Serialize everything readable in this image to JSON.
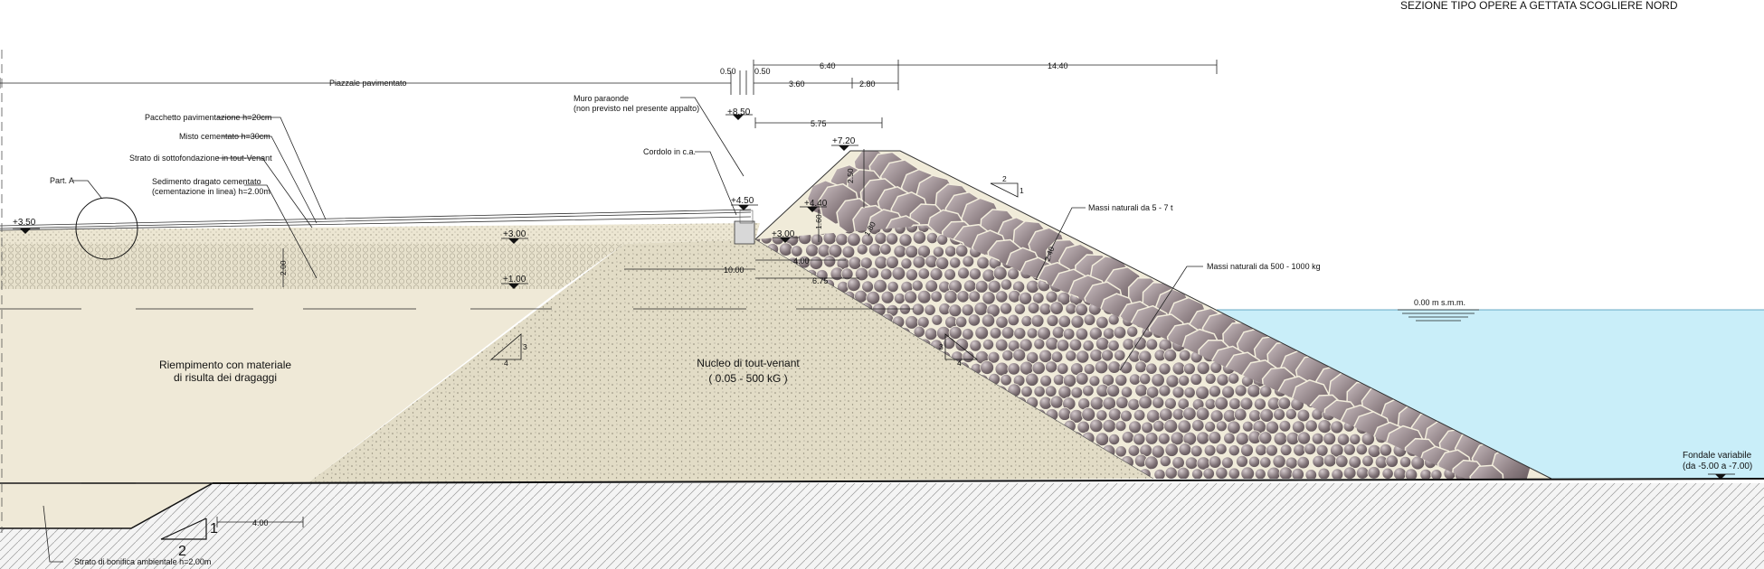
{
  "title": "SEZIONE TIPO OPERE A GETTATA SCOGLIERE NORD",
  "labels": {
    "piazzale": "Piazzale pavimentato",
    "muro_1": "Muro paraonde",
    "muro_2": "(non previsto nel presente appalto)",
    "cordolo": "Cordolo in c.a.",
    "pacchetto": "Pacchetto pavimentazione h=20cm",
    "misto": "Misto cementato h=30cm",
    "strato_sotto": "Strato di sottofondazione in tout-Venant",
    "sedimento_1": "Sedimento dragato cementato",
    "sedimento_2": "(cementazione in linea) h=2.00m",
    "part_a": "Part. A",
    "riempimento_1": "Riempimento con materiale",
    "riempimento_2": "di risulta dei dragaggi",
    "nucleo_1": "Nucleo di tout-venant",
    "nucleo_2": "( 0.05 - 500 kG )",
    "massi_grandi": "Massi naturali da 5 - 7 t",
    "massi_piccoli": "Massi naturali da 500 - 1000 kg",
    "sea_level": "0.00 m s.m.m.",
    "fondale_1": "Fondale variabile",
    "fondale_2": "(da -5.00 a -7.00)",
    "bonifica": "Strato di bonifica ambientale h=2.00m"
  },
  "elevations": {
    "e850": "+8.50",
    "e720": "+7.20",
    "e450": "+4.50",
    "e440": "+4.40",
    "e350": "+3.50",
    "e300a": "+3.00",
    "e300b": "+3.00",
    "e100": "+1.00"
  },
  "dimensions": {
    "d050a": "0.50",
    "d050b": "0.50",
    "d640": "6.40",
    "d1440": "14.40",
    "d360": "3.60",
    "d280": "2.80",
    "d575": "5.75",
    "d1000": "10.00",
    "d400a": "4.00",
    "d675": "6.75",
    "d200": "2.00",
    "d250": "2.50",
    "d160": "1.60",
    "d180": "1.80",
    "d240": "2.40",
    "d400b": "4.00"
  },
  "slopes": {
    "big_run": "2",
    "big_rise": "1",
    "s_top_run": "2",
    "s_top_rise": "1",
    "s_left_run": "4",
    "s_left_rise": "3",
    "s_right_run": "4",
    "s_right_rise": "3"
  },
  "colors": {
    "sea": "#c9eef9",
    "fill": "#efe9d7",
    "core": "#e2dcc6",
    "armour_bg": "#f0ebd9",
    "rock_dark": "#6a5d61",
    "rock_light": "#cbbfc2"
  }
}
